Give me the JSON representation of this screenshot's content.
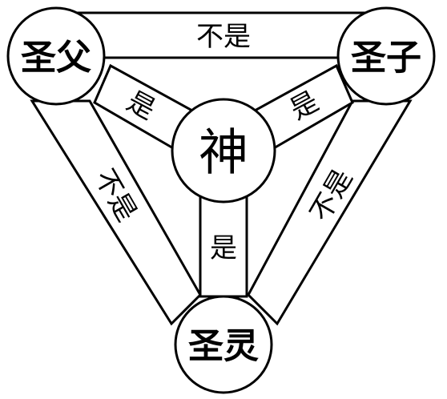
{
  "nodes": {
    "father": "圣父",
    "son": "圣子",
    "spirit": "圣灵",
    "god": "神"
  },
  "edges": {
    "father_son": "不是",
    "father_spirit": "不是",
    "son_spirit": "不是",
    "father_god": "是",
    "son_god": "是",
    "spirit_god": "是"
  }
}
